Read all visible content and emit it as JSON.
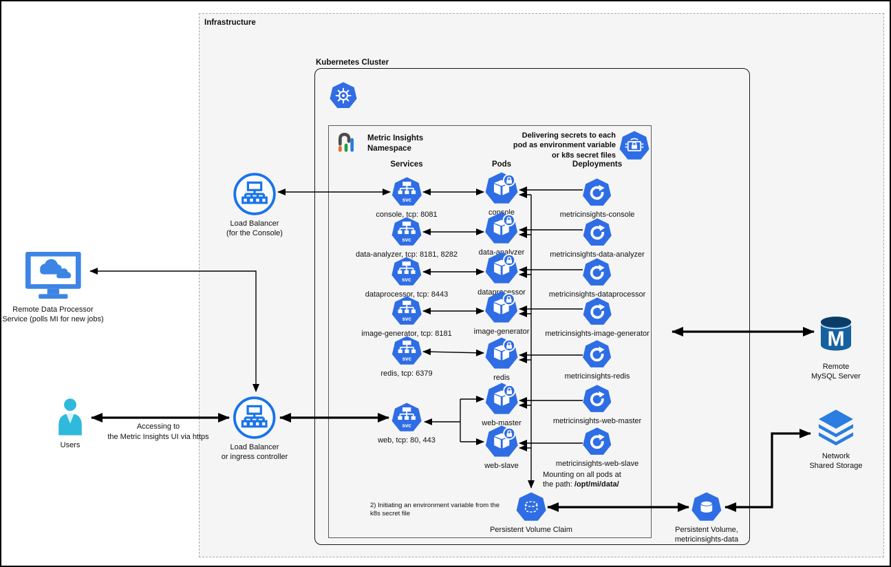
{
  "infrastructure": {
    "label": "Infrastructure"
  },
  "cluster": {
    "label": "Kubernetes Cluster"
  },
  "namespace": {
    "title": "Metric Insights\nNamespace",
    "secrets_note": "Delivering secrets to each\npod as environment variable\nor k8s secret files",
    "columns": {
      "services": "Services",
      "pods": "Pods",
      "deployments": "Deployments"
    },
    "rows": [
      {
        "service": "console, tcp: 8081",
        "pod": "console",
        "deployment": "metricinsights-console"
      },
      {
        "service": "data-analyzer, tcp: 8181, 8282",
        "pod": "data-analyzer",
        "deployment": "metricinsights-data-analyzer"
      },
      {
        "service": "dataprocessor, tcp: 8443",
        "pod": "dataprocessor",
        "deployment": "metricinsights-dataprocessor"
      },
      {
        "service": "image-generator, tcp: 8181",
        "pod": "image-generator",
        "deployment": "metricinsights-image-generator"
      },
      {
        "service": "redis, tcp: 6379",
        "pod": "redis",
        "deployment": "metricinsights-redis"
      },
      {
        "service": "web, tcp: 80, 443",
        "pod": "web-master",
        "deployment": "metricinsights-web-master"
      },
      {
        "pod": "web-slave",
        "deployment": "metricinsights-web-slave"
      }
    ],
    "env_note": "2) Initiating an environment variable from the\nk8s secret file",
    "mount_note": "Mounting on all pods at\nthe path: ",
    "mount_path": "/opt/mi/data/",
    "pvc_label": "Persistent Volume Claim"
  },
  "external": {
    "lb_console_label": "Load Balancer\n(for the Console)",
    "rdp_label": "Remote Data Processor\nService (polls MI for new jobs)",
    "users_label": "Users",
    "https_note": "Accessing to\nthe Metric Insights UI via https",
    "lb_ingress_label": "Load Balancer\nor ingress controller",
    "mysql_label": "Remote MySQL Server",
    "storage_label": "Network Shared Storage",
    "pv_label": "Persistent Volume,\nmetricinsights-data"
  },
  "icons": {
    "svc_text": "svc",
    "mysql_letter": "M"
  },
  "colors": {
    "icon_blue": "#2e6de4",
    "k8s_blue": "#326ce5",
    "lb_blue": "#1a73e8",
    "users_cyan": "#2fb9dc",
    "mysql_body": "#15619f",
    "mysql_top": "#0b3c66",
    "storage_blue": "#2a7de1",
    "infra_bg": "#f5f5f6"
  }
}
